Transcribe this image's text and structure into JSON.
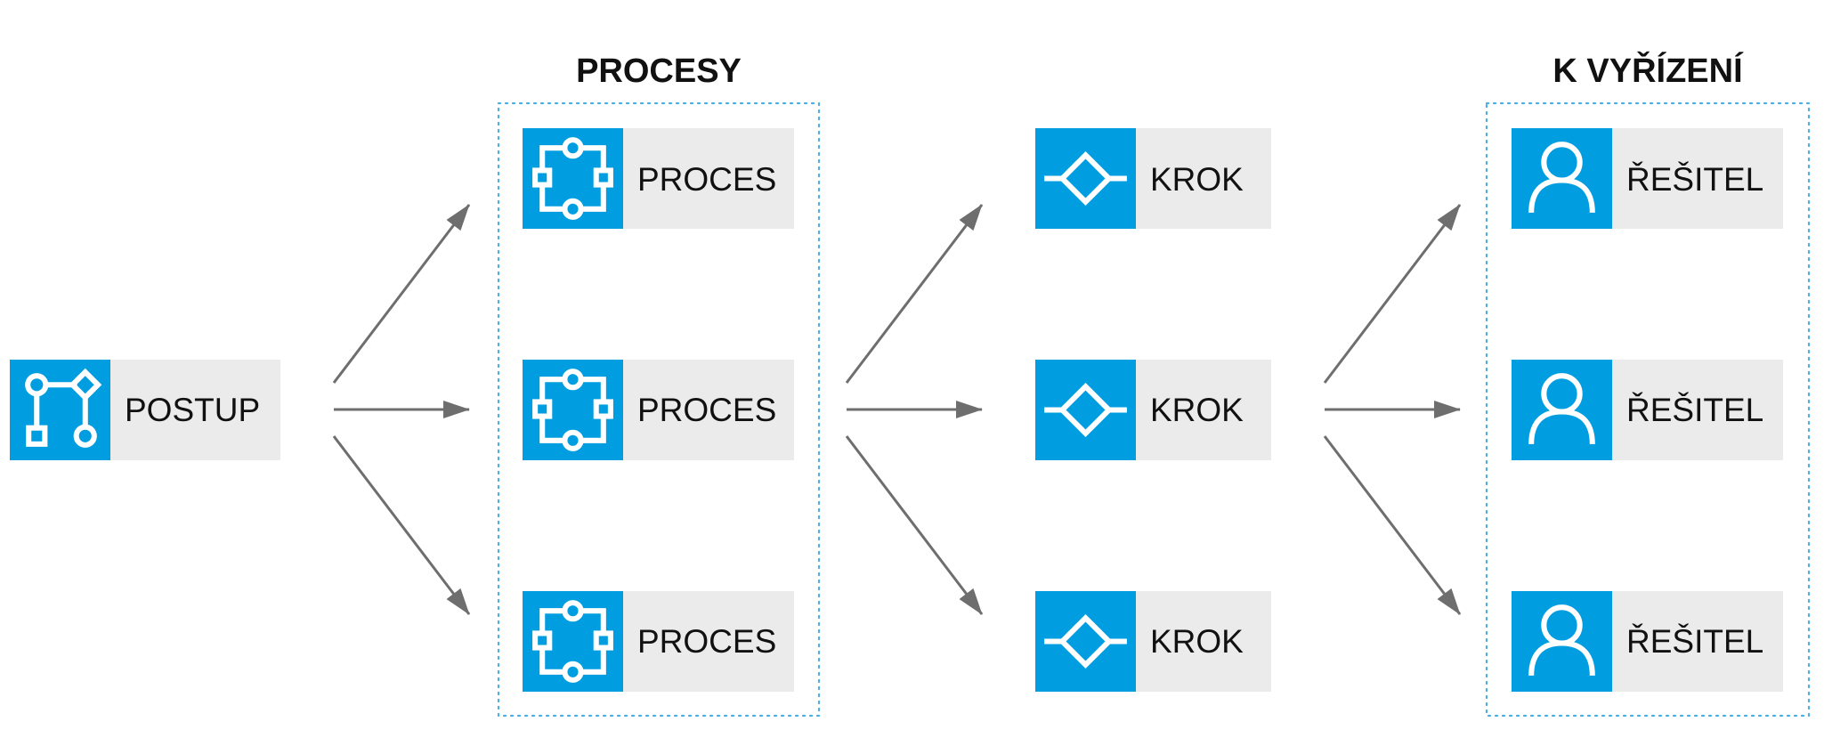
{
  "groups": {
    "processes_title": "PROCESY",
    "pending_title": "K VYŘÍZENÍ"
  },
  "nodes": {
    "postup": {
      "label": "POSTUP",
      "icon": "workflow-icon"
    },
    "processes": [
      {
        "label": "PROCES",
        "icon": "process-icon"
      },
      {
        "label": "PROCES",
        "icon": "process-icon"
      },
      {
        "label": "PROCES",
        "icon": "process-icon"
      }
    ],
    "steps": [
      {
        "label": "KROK",
        "icon": "decision-diamond-icon"
      },
      {
        "label": "KROK",
        "icon": "decision-diamond-icon"
      },
      {
        "label": "KROK",
        "icon": "decision-diamond-icon"
      }
    ],
    "resolvers": [
      {
        "label": "ŘEŠITEL",
        "icon": "user-icon"
      },
      {
        "label": "ŘEŠITEL",
        "icon": "user-icon"
      },
      {
        "label": "ŘEŠITEL",
        "icon": "user-icon"
      }
    ]
  },
  "colors": {
    "accent": "#009ee0",
    "label_background": "#ebebeb",
    "arrow": "#6e6e6e",
    "group_border": "#4ab0e4",
    "text": "#111111"
  }
}
